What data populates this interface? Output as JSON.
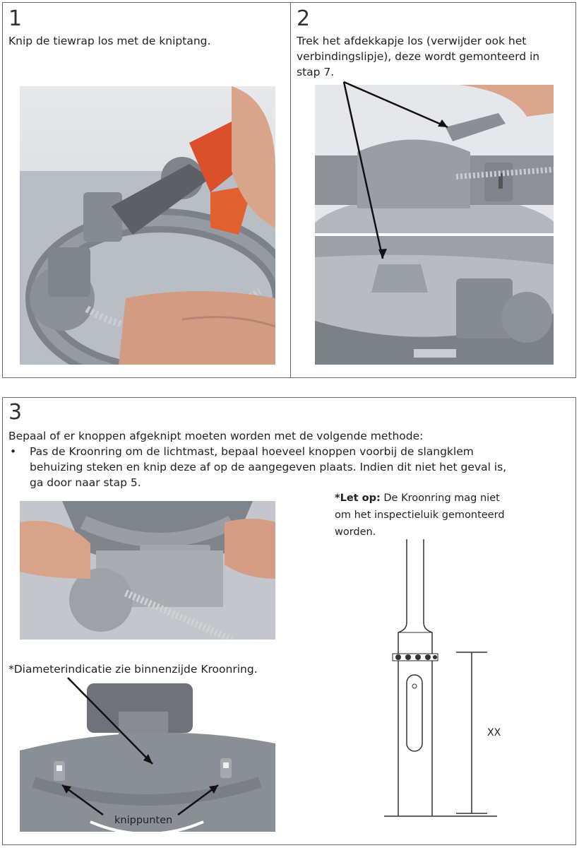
{
  "step1": {
    "number": "1",
    "text": "Knip de tiewrap los met de kniptang."
  },
  "step2": {
    "number": "2",
    "text_line1": "Trek het afdekkapje los (verwijder ook het",
    "text_line2": "verbindingslipje), deze wordt gemonteerd in",
    "text_line3": "stap 7."
  },
  "step3": {
    "number": "3",
    "intro": "Bepaal of er knoppen afgeknipt moeten worden met de volgende methode:",
    "bullet_line1": "Pas de Kroonring om de lichtmast, bepaal hoeveel knoppen voorbij de slangklem",
    "bullet_line2": "behuizing steken en knip deze af op de aangegeven plaats. Indien dit niet het geval is,",
    "bullet_line3": "ga door naar stap 5.",
    "note_bold": "*Let op:",
    "note_line1": " De Kroonring mag niet",
    "note_line2": "om het inspectieluik gemonteerd",
    "note_line3": "worden.",
    "diameter_note": "*Diameterindicatie zie binnenzijde Kroonring.",
    "cut_label": "knippunten",
    "dimension_label": "XX"
  }
}
